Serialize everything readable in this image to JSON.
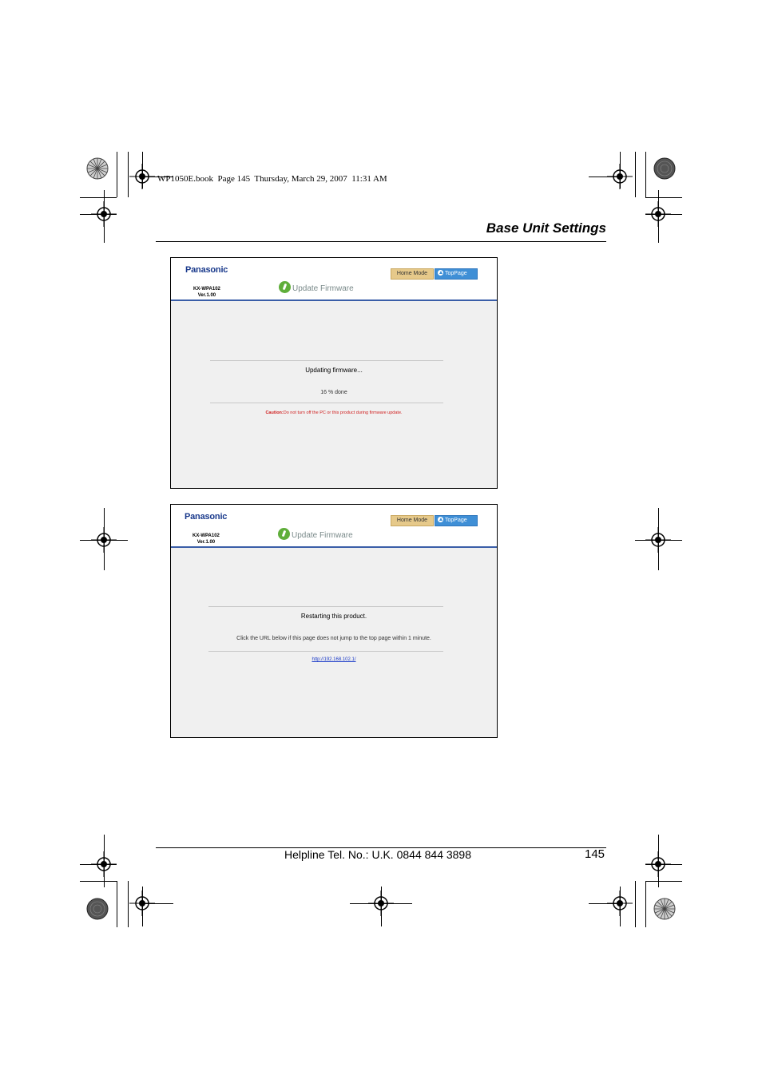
{
  "book_header": "WP1050E.book  Page 145  Thursday, March 29, 2007  11:31 AM",
  "section_title": "Base Unit Settings",
  "footer": {
    "helpline": "Helpline Tel. No.: U.K. 0844 844 3898",
    "page_number": "145"
  },
  "screenshots": [
    {
      "brand": "Panasonic",
      "model": "KX-WPA102",
      "version": "Ver.1.00",
      "home_mode_label": "Home Mode",
      "top_page_label": "TopPage",
      "page_title": "Update Firmware",
      "status": "Updating firmware...",
      "progress_text": "16 % done",
      "progress_percent": 16,
      "caution_label": "Caution:",
      "caution_text": "Do not turn off the PC or this product during firmware update."
    },
    {
      "brand": "Panasonic",
      "model": "KX-WPA102",
      "version": "Ver.1.00",
      "home_mode_label": "Home Mode",
      "top_page_label": "TopPage",
      "page_title": "Update Firmware",
      "status": "Restarting this product.",
      "instruction": "Click the URL below if this page does not jump to the top page within 1 minute.",
      "url": "http://192.168.102.1/"
    }
  ],
  "icons": {
    "firmware": "firmware-leaf-icon",
    "top_page": "up-arrow-icon"
  },
  "colors": {
    "header_rule": "#3a5ea8",
    "home_button": "#e6c98a",
    "top_button": "#3f8fd6",
    "caution": "#d02020",
    "link": "#1a3ac8",
    "brand": "#1a3a8c"
  }
}
